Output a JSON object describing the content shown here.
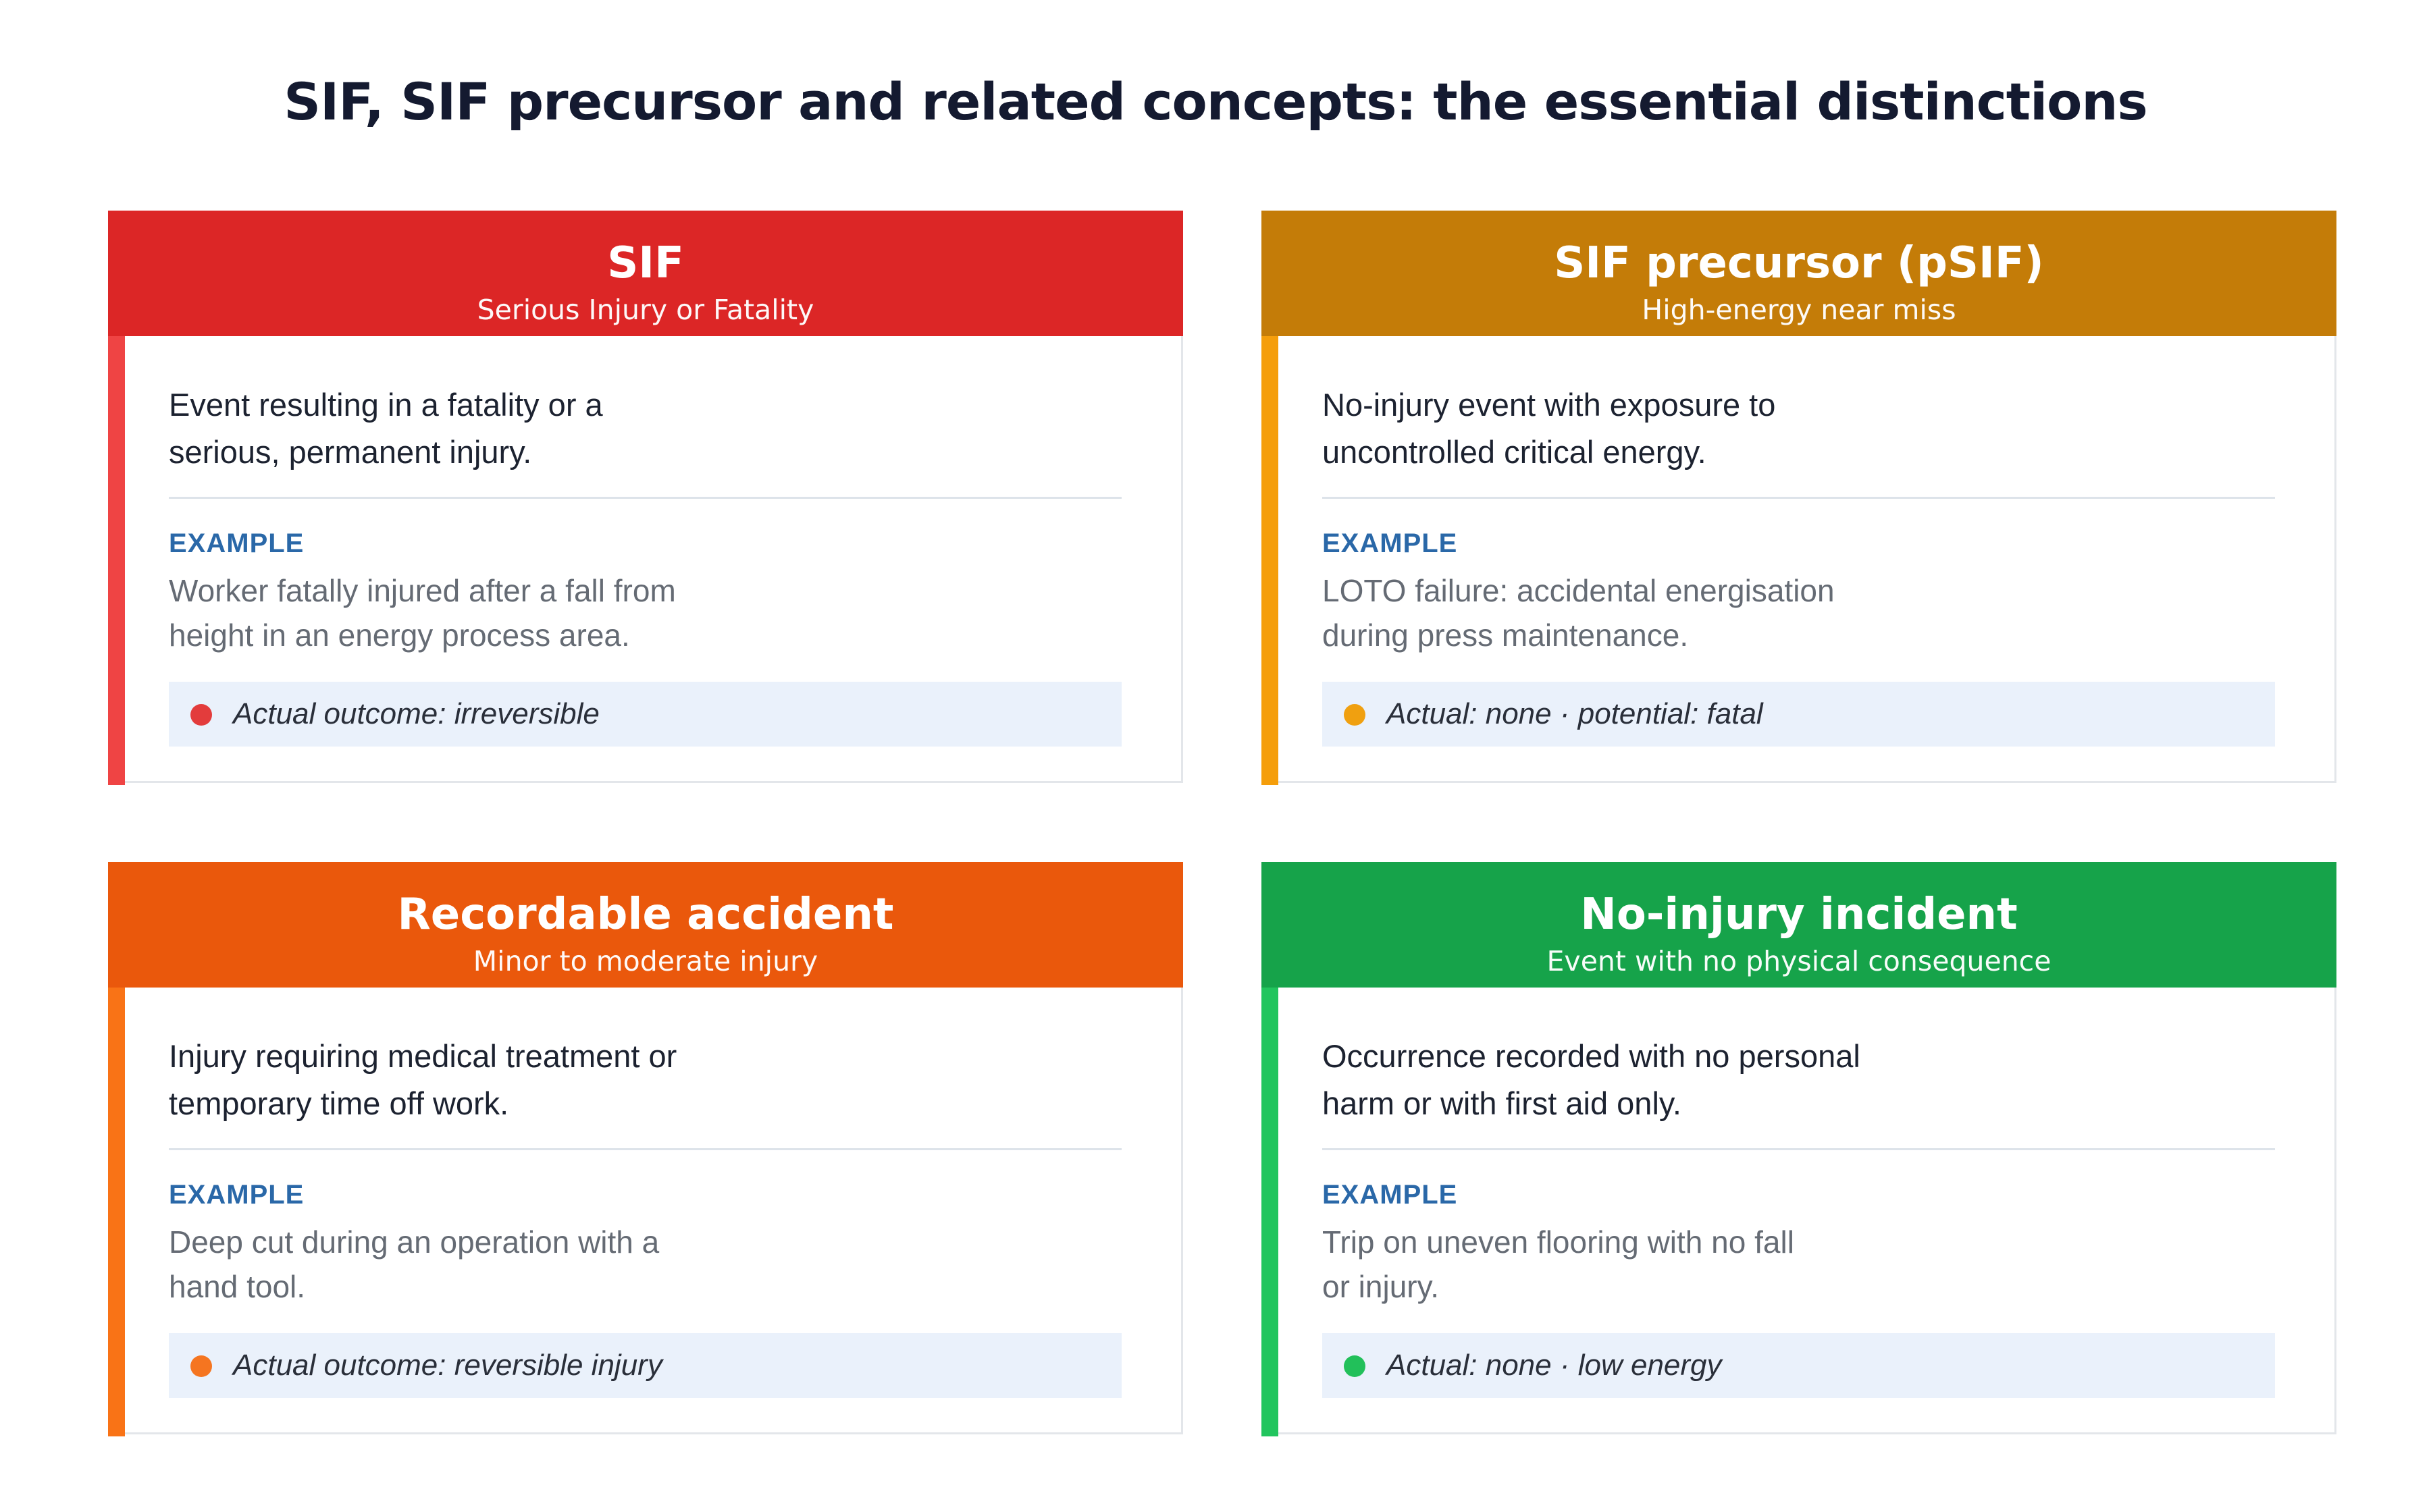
{
  "title": "SIF, SIF precursor and related concepts: the essential distinctions",
  "example_label": "EXAMPLE",
  "cards": [
    {
      "title": "SIF",
      "subtitle": "Serious Injury or Fatality",
      "description_lines": [
        "Event resulting in a fatality or a",
        "serious, permanent injury."
      ],
      "example_lines": [
        "Worker fatally injured after a fall from",
        "height in an energy process area."
      ],
      "outcome": "Actual outcome: irreversible",
      "header_color": "#dc2626",
      "accent_color": "#ef4444",
      "dot_color": "#e33c3c"
    },
    {
      "title": "SIF precursor (pSIF)",
      "subtitle": "High-energy near miss",
      "description_lines": [
        "No-injury event with exposure to",
        "uncontrolled critical energy."
      ],
      "example_lines": [
        "LOTO failure: accidental energisation",
        "during press maintenance."
      ],
      "outcome": "Actual: none · potential: fatal",
      "header_color": "#c47c08",
      "accent_color": "#f59e0b",
      "dot_color": "#f0a010"
    },
    {
      "title": "Recordable accident",
      "subtitle": "Minor to moderate injury",
      "description_lines": [
        "Injury requiring medical treatment or",
        "temporary time off work."
      ],
      "example_lines": [
        "Deep cut during an operation with a",
        "hand tool."
      ],
      "outcome": "Actual outcome: reversible injury",
      "header_color": "#ea580c",
      "accent_color": "#f97316",
      "dot_color": "#f57520"
    },
    {
      "title": "No-injury incident",
      "subtitle": "Event with no physical consequence",
      "description_lines": [
        "Occurrence recorded with no personal",
        "harm or with first aid only."
      ],
      "example_lines": [
        "Trip on uneven flooring with no fall",
        "or injury."
      ],
      "outcome": "Actual: none · low energy",
      "header_color": "#16a34a",
      "accent_color": "#22c55e",
      "dot_color": "#22c05a"
    }
  ]
}
